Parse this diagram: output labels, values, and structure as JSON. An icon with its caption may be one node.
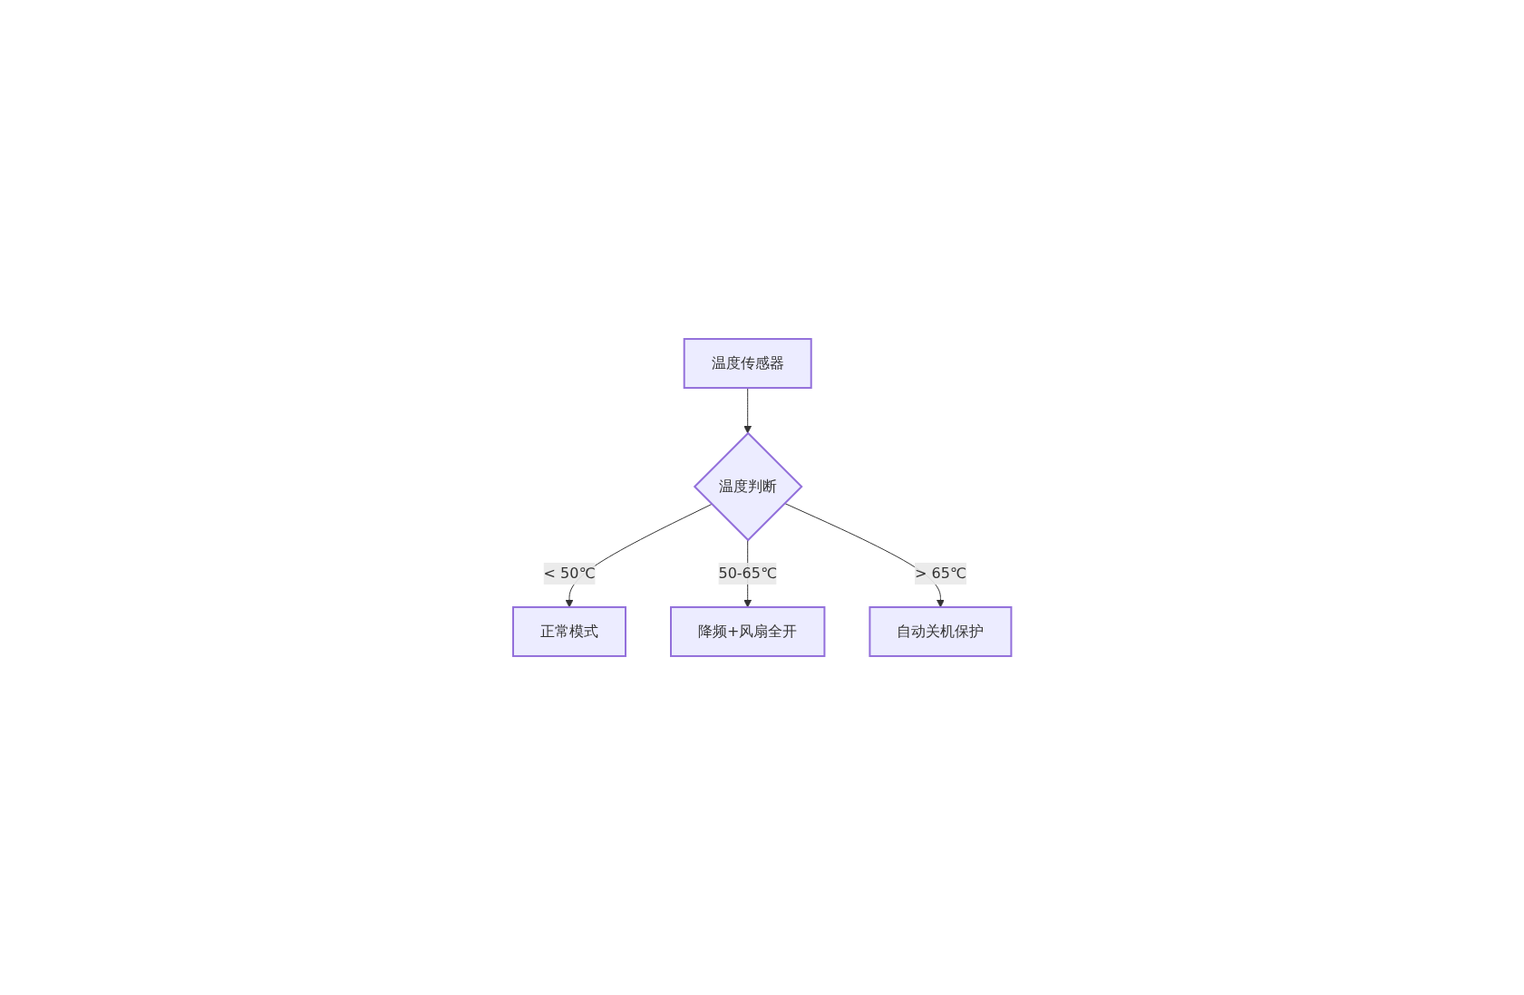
{
  "diagram": {
    "nodes": [
      {
        "text": [
          "温度传感器"
        ]
      },
      {
        "text": [
          "温度判断"
        ]
      },
      {
        "text": [
          "正常模式"
        ]
      },
      {
        "text": [
          "降频+风扇全开"
        ]
      },
      {
        "text": [
          "自动关机保护"
        ]
      }
    ],
    "edges": [
      {
        "from": 0,
        "to": 1,
        "arrow": "to"
      },
      {
        "from": 1,
        "to": 2,
        "label": "< 50℃",
        "arrow": "to"
      },
      {
        "from": 1,
        "to": 3,
        "label": "50-65℃",
        "arrow": "to"
      },
      {
        "from": 1,
        "to": 4,
        "label": "> 65℃",
        "arrow": "to"
      }
    ]
  }
}
